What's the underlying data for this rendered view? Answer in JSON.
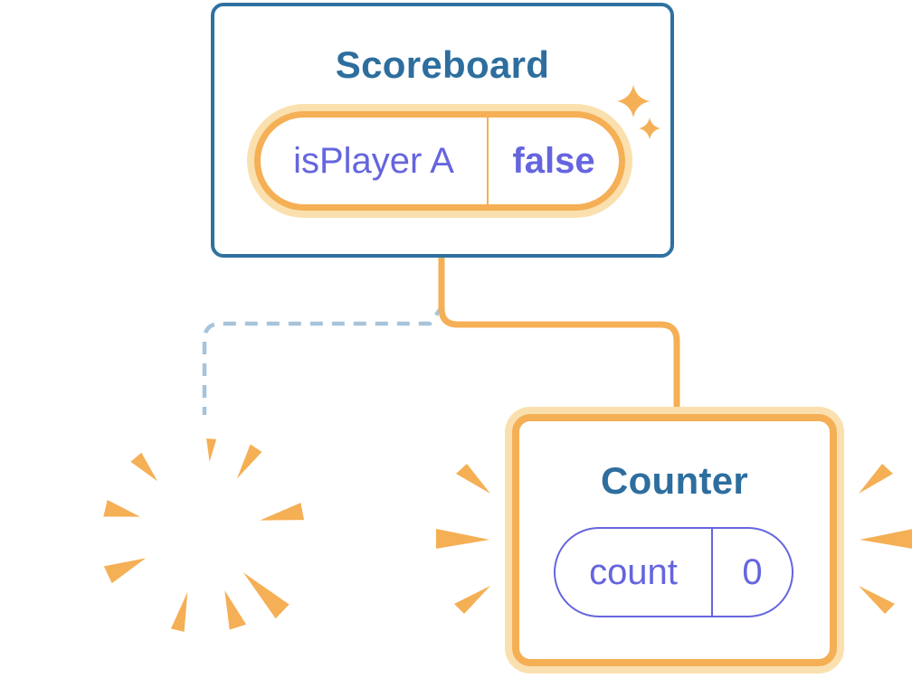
{
  "scoreboard": {
    "title": "Scoreboard",
    "prop_name": "isPlayer A",
    "prop_value": "false"
  },
  "counter": {
    "title": "Counter",
    "state_name": "count",
    "state_value": "0"
  },
  "colors": {
    "accent_blue": "#2E719F",
    "title_blue": "#2D6E9E",
    "accent_orange": "#F5AF55",
    "accent_orange_light": "#FBE0AF",
    "accent_purple": "#6565DF",
    "dashed_blue": "#A6C4DB",
    "background": "#FFFFFF"
  },
  "icons": {
    "sparkle-icon": "two four-point stars (orange)",
    "poof-burst-icon": "radial orange wedge burst on rotated card",
    "emphasis-burst-left-icon": "three orange wedge marks",
    "emphasis-burst-right-icon": "three orange wedge marks"
  }
}
